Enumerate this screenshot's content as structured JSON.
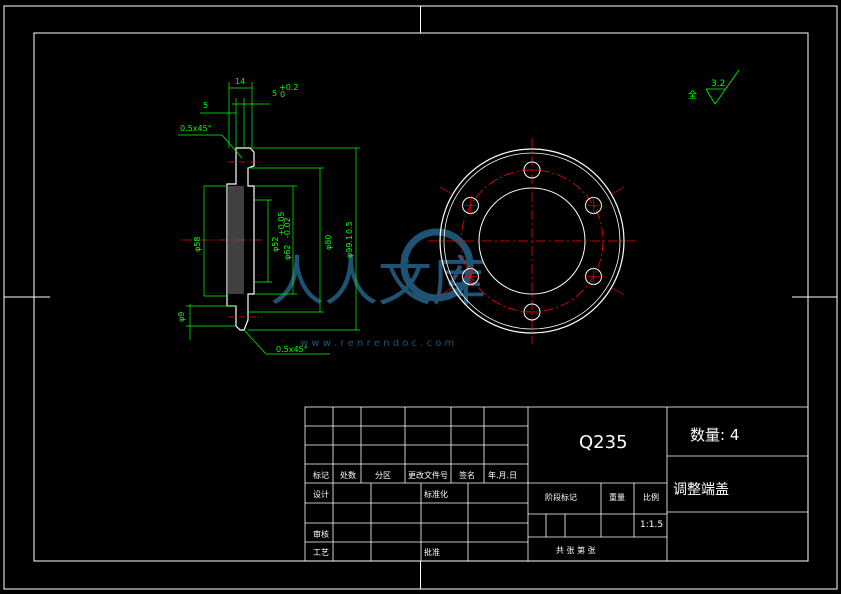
{
  "colors": {
    "background": "#000000",
    "outline": "#ffffff",
    "dimension": "#00ff00",
    "centerline": "#ff0000",
    "watermark": "#2a6f9a"
  },
  "section_view": {
    "dims": {
      "d14": "14",
      "d5_top": "5",
      "d5_left": "5",
      "tol_sup": "+0.2",
      "tol_sub": "0",
      "chamfer_top": "0.5x45°",
      "chamfer_bottom": "0.5x45°",
      "phi58": "φ58",
      "phi9": "φ9",
      "phi52": "φ52",
      "phi52_tol": "+0.05",
      "phi62": "φ62",
      "phi62_tol": "-0.02",
      "phi80": "φ80",
      "phi99": "φ99.1",
      "phi99_tol": "0.5"
    }
  },
  "roughness": {
    "other_text": "全",
    "value": "3.2"
  },
  "watermark": {
    "brand": "人人文库",
    "url": "w w w . r e n r e n d o c . c o m"
  },
  "title_block": {
    "material": "Q235",
    "quantity": "数量: 4",
    "part_name": "调整端盖",
    "scale_value": "1:1.5",
    "labels": {
      "mark": "标记",
      "count": "处数",
      "zone": "分区",
      "change_doc": "更改文件号",
      "sign": "签名",
      "date": "年.月.日",
      "design": "设计",
      "standardize": "标准化",
      "review": "审核",
      "process": "工艺",
      "approve": "批准",
      "stage_mark": "阶段标记",
      "weight": "重量",
      "scale": "比例",
      "sheet": "共   张   第   张"
    }
  }
}
